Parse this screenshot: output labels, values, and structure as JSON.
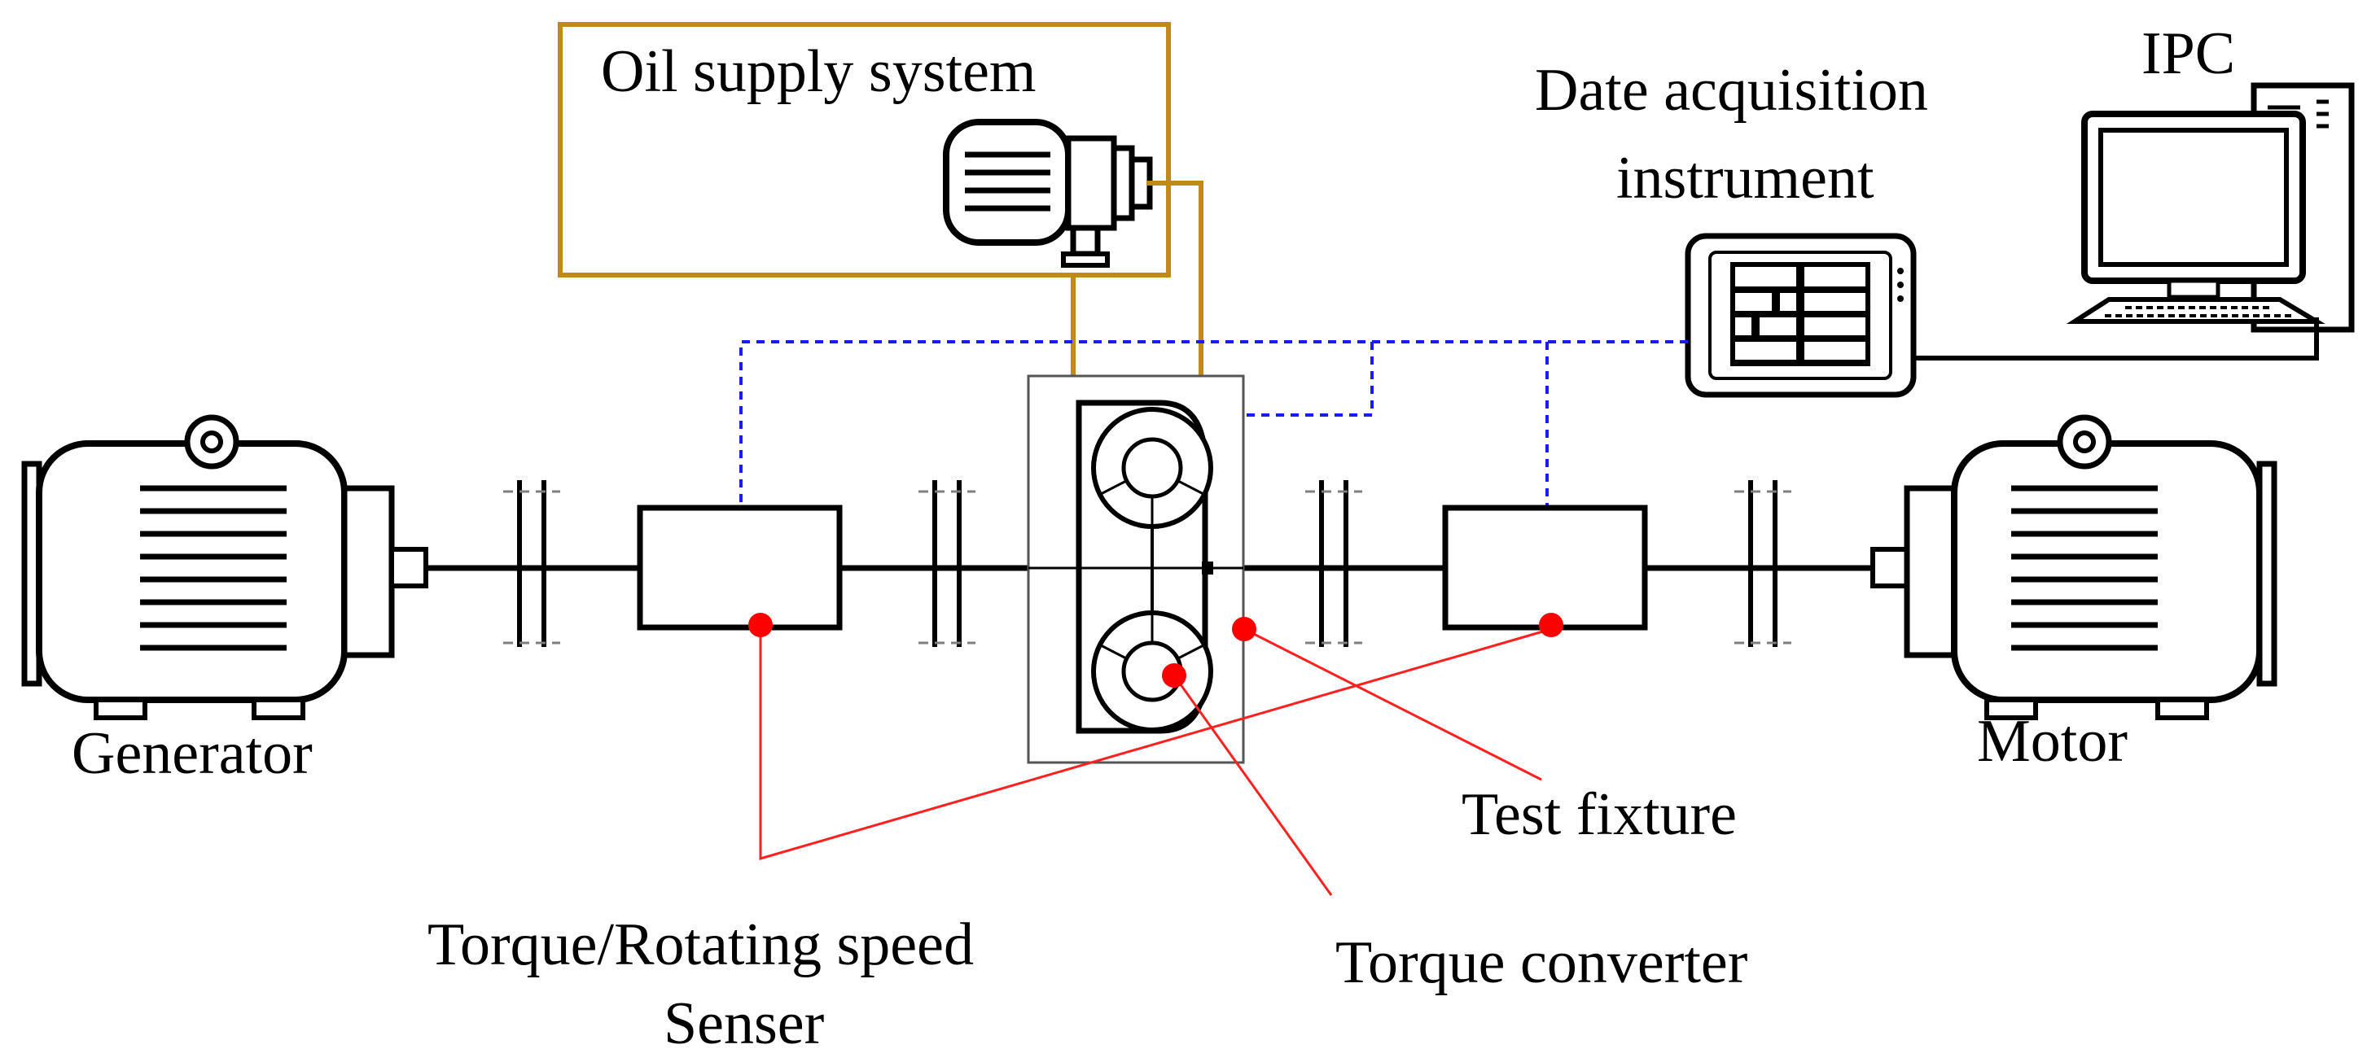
{
  "labels": {
    "oil_supply": "Oil supply system",
    "daq_line1": "Date acquisition",
    "daq_line2": "instrument",
    "ipc": "IPC",
    "generator": "Generator",
    "motor": "Motor",
    "test_fixture": "Test fixture",
    "sensor_line1": "Torque/Rotating speed",
    "sensor_line2": "Senser",
    "torque_converter": "Torque converter"
  },
  "colors": {
    "oil_line": "#c08a16",
    "signal_line": "#1a1aff",
    "marker": "#ff0000"
  }
}
